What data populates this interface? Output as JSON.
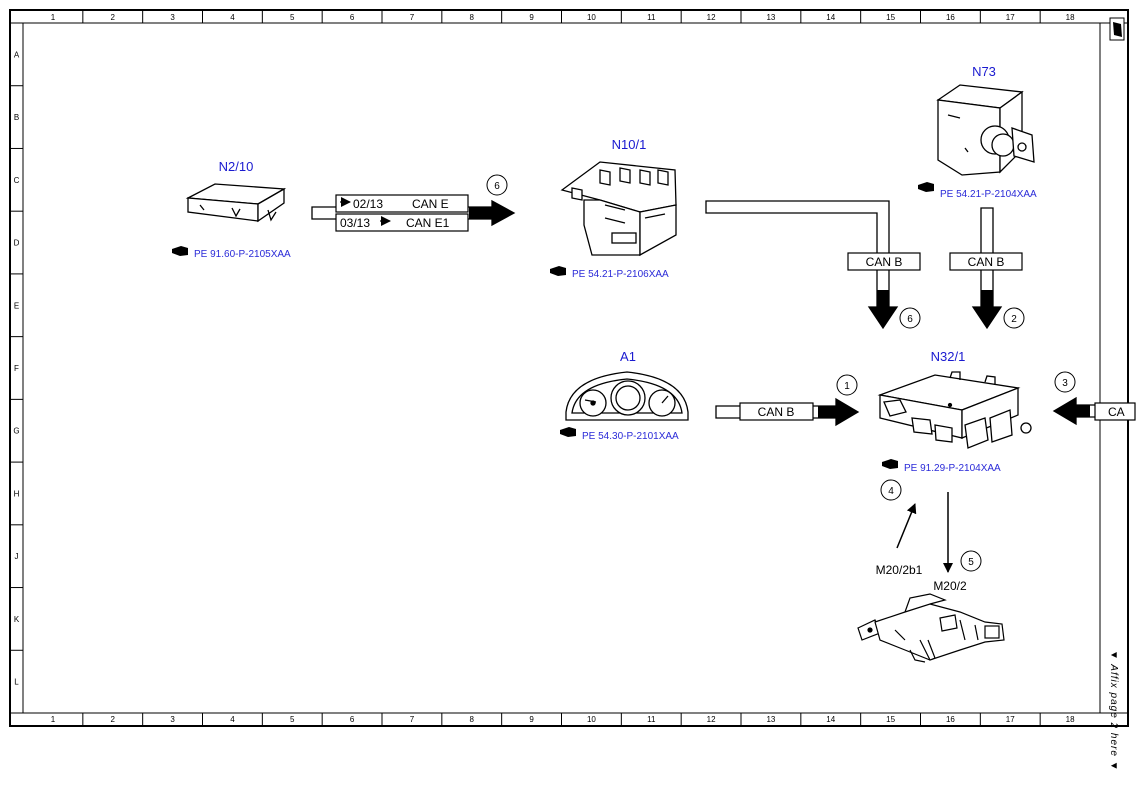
{
  "grid": {
    "columns": [
      "1",
      "2",
      "3",
      "4",
      "5",
      "6",
      "7",
      "8",
      "9",
      "10",
      "11",
      "12",
      "13",
      "14",
      "15",
      "16",
      "17",
      "18"
    ],
    "rows": [
      "A",
      "B",
      "C",
      "D",
      "E",
      "F",
      "G",
      "H",
      "J",
      "K",
      "L"
    ]
  },
  "components": {
    "n2_10": {
      "name": "N2/10",
      "ref": "PE 91.60-P-2105XAA"
    },
    "n10_1": {
      "name": "N10/1",
      "ref": "PE 54.21-P-2106XAA"
    },
    "n73": {
      "name": "N73",
      "ref": "PE 54.21-P-2104XAA"
    },
    "a1": {
      "name": "A1",
      "ref": "PE 54.30-P-2101XAA"
    },
    "n32_1": {
      "name": "N32/1",
      "ref": "PE 91.29-P-2104XAA"
    },
    "m20_2b1": {
      "name": "M20/2b1"
    },
    "m20_2": {
      "name": "M20/2"
    }
  },
  "connections": {
    "can_e_pin": "02/13",
    "can_e": "CAN E",
    "can_e1_pin": "03/13",
    "can_e1": "CAN E1",
    "can_b_n10": "CAN B",
    "can_b_n73": "CAN B",
    "can_b_a1": "CAN B",
    "can_right": "CA"
  },
  "markers": [
    "1",
    "2",
    "3",
    "4",
    "5",
    "6",
    "6"
  ],
  "side_note": "▼ Affix page 2 here ▼"
}
